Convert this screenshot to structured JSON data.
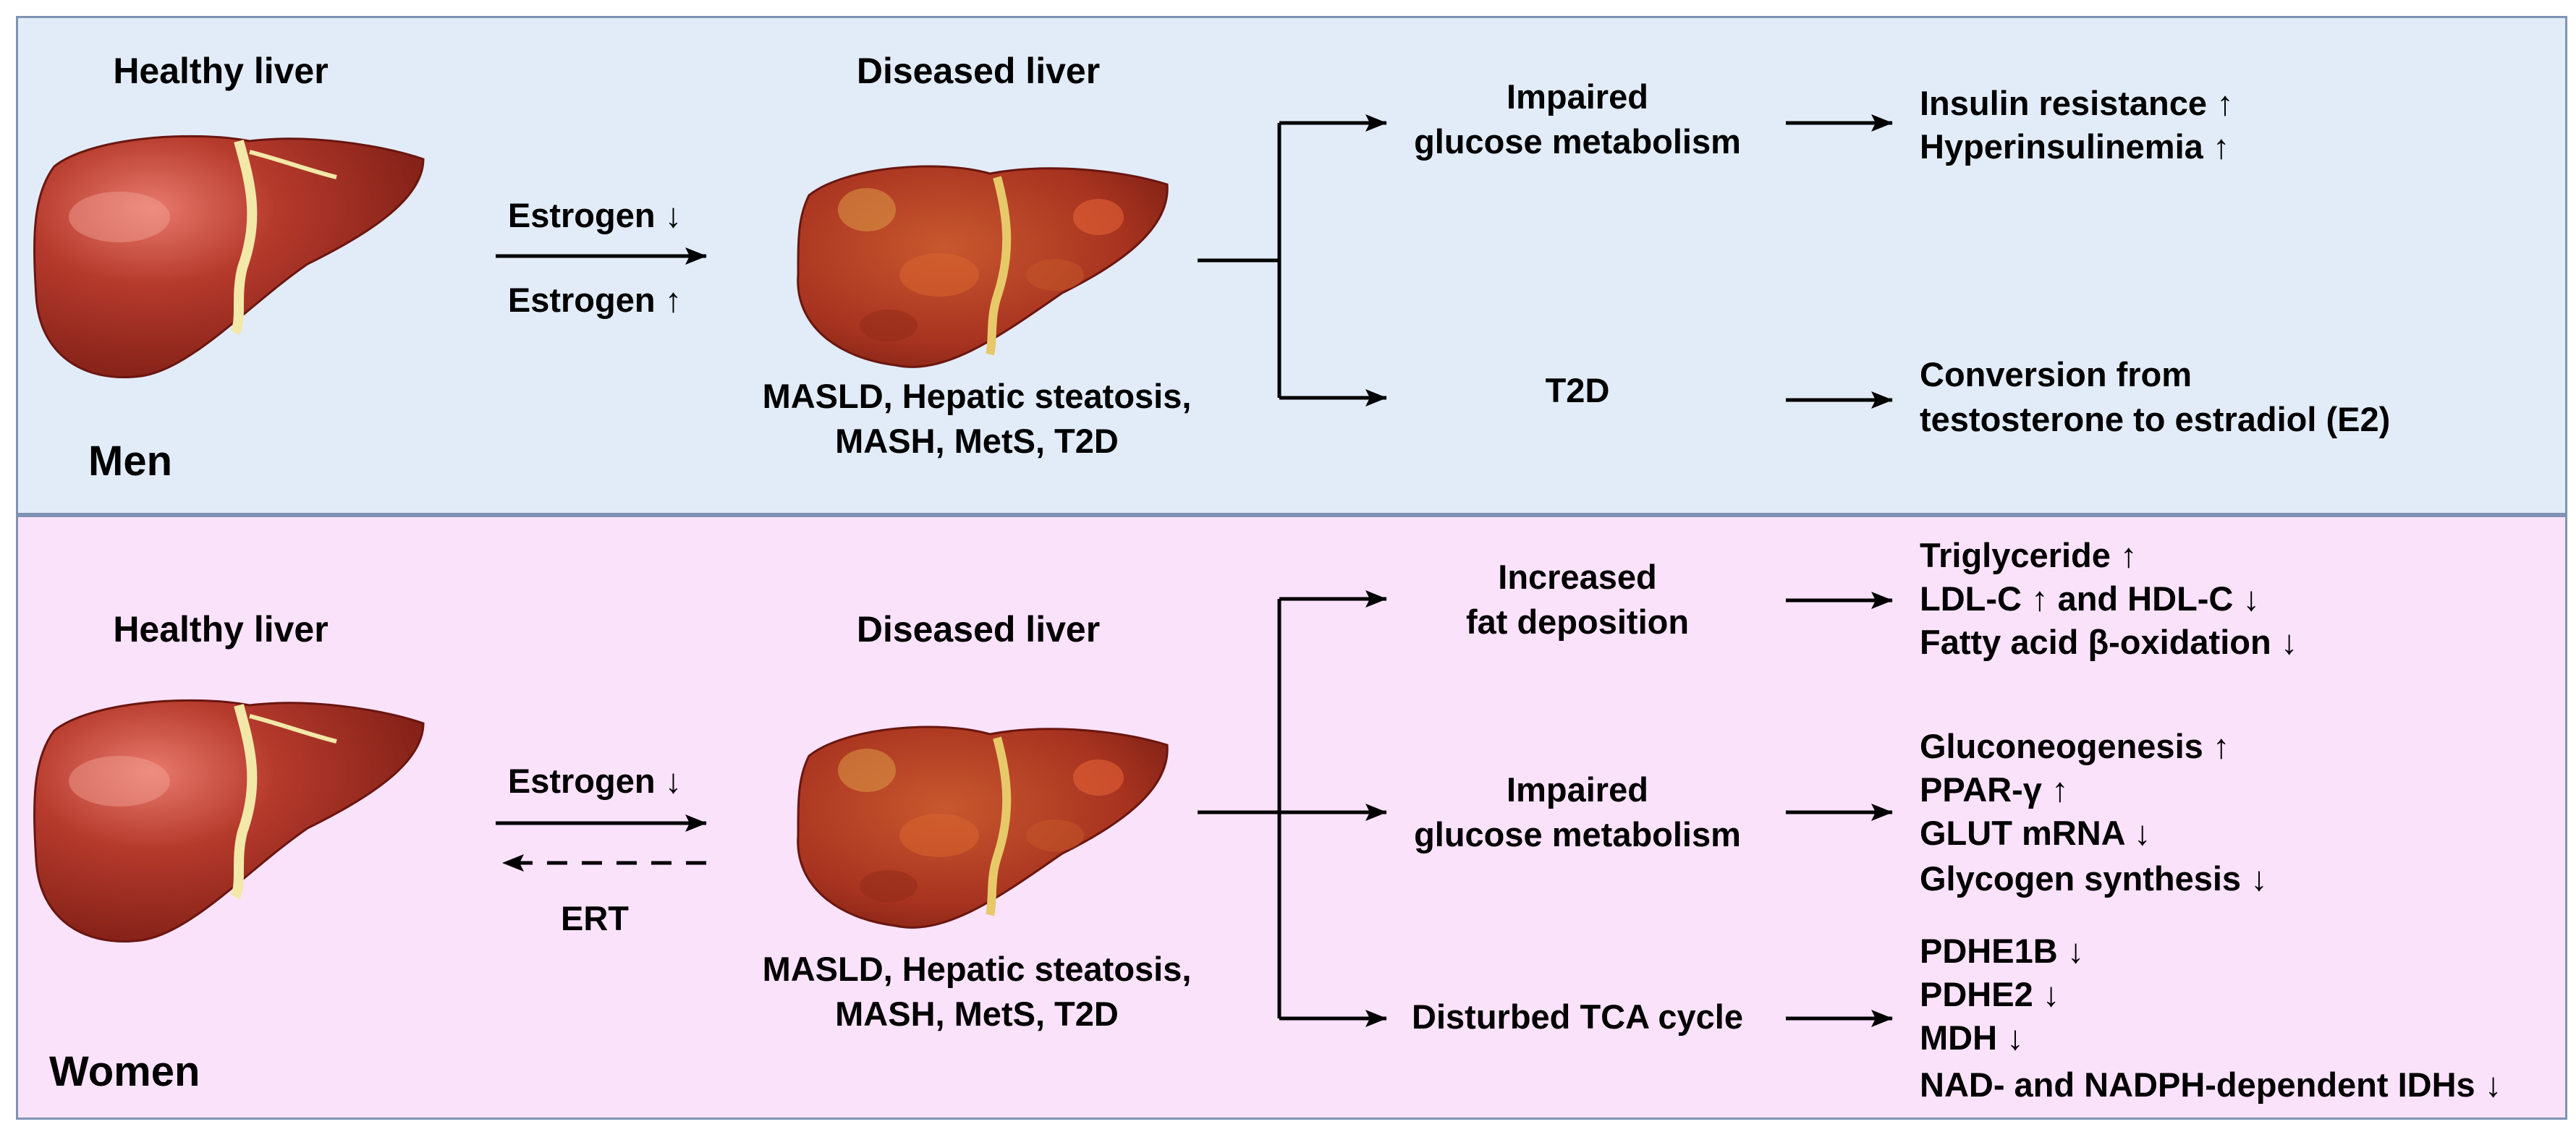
{
  "men": {
    "panel_label": "Men",
    "healthy_title": "Healthy liver",
    "diseased_title": "Diseased liver",
    "arrow_top_label": "Estrogen ↓",
    "arrow_bottom_label": "Estrogen ↑",
    "conditions_line1": "MASLD, Hepatic steatosis,",
    "conditions_line2": "MASH, MetS, T2D",
    "branch1": {
      "line1": "Impaired",
      "line2": "glucose metabolism"
    },
    "branch2": {
      "line1": "T2D"
    },
    "outcome1": [
      "Insulin resistance ↑",
      "Hyperinsulinemia ↑"
    ],
    "outcome2": [
      "Conversion from",
      "testosterone to estradiol (E2)"
    ]
  },
  "women": {
    "panel_label": "Women",
    "healthy_title": "Healthy liver",
    "diseased_title": "Diseased liver",
    "arrow_top_label": "Estrogen ↓",
    "arrow_bottom_label": "ERT",
    "conditions_line1": "MASLD, Hepatic steatosis,",
    "conditions_line2": "MASH, MetS, T2D",
    "branch1": {
      "line1": "Increased",
      "line2": "fat deposition"
    },
    "branch2": {
      "line1": "Impaired",
      "line2": "glucose metabolism"
    },
    "branch3": {
      "line1": "Disturbed TCA cycle"
    },
    "outcome1": [
      "Triglyceride ↑",
      "LDL-C ↑ and HDL-C ↓",
      "Fatty acid β-oxidation ↓"
    ],
    "outcome2": [
      "Gluconeogenesis ↑",
      "PPAR-γ ↑",
      "GLUT mRNA ↓",
      "Glycogen synthesis ↓"
    ],
    "outcome3": [
      "PDHE1B ↓",
      "PDHE2 ↓",
      "MDH ↓",
      "NAD- and NADPH-dependent IDHs ↓"
    ]
  },
  "colors": {
    "men_panel_bg": "#e2ecf8",
    "women_panel_bg": "#fbe2fb",
    "panel_border": "#7f93b4",
    "healthy_liver": "#a52a1f",
    "diseased_liver": "#b2361f"
  }
}
